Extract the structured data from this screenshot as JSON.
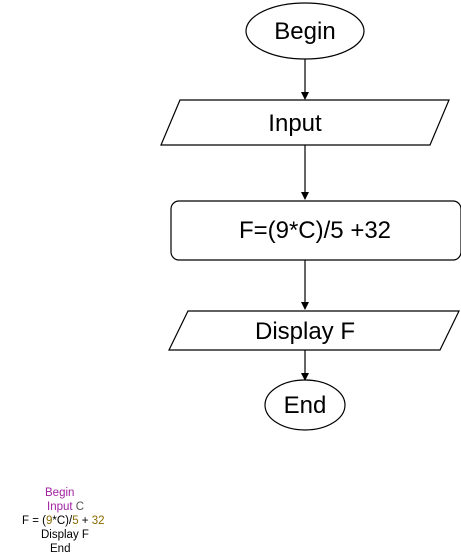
{
  "flowchart": {
    "begin": "Begin",
    "input": "Input",
    "process": "F=(9*C)/5 +32",
    "display": "Display F",
    "end": "End"
  },
  "pseudocode": {
    "line1": {
      "keyword": "Begin"
    },
    "line2": {
      "keyword": "Input",
      "variable": "C"
    },
    "line3": {
      "lhs": "F = ",
      "paren_open": "(",
      "nine": "9",
      "expr": "*C)/",
      "five": "5",
      "plus": " + ",
      "thirtytwo": "32"
    },
    "line4": {
      "text": "Display F"
    },
    "line5": {
      "text": "End"
    }
  },
  "colors": {
    "keyword": "#a020a0",
    "number": "#8a6a00",
    "stroke": "#000000"
  }
}
